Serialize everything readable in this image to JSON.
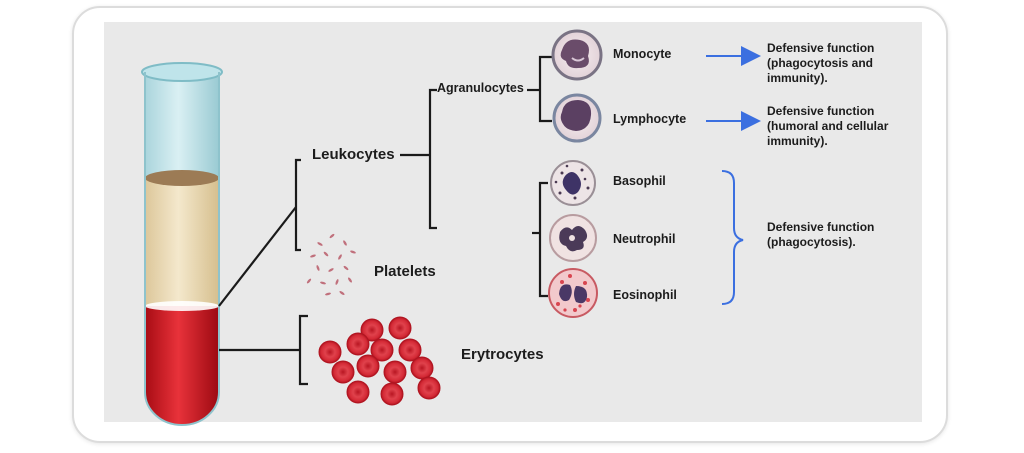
{
  "labels": {
    "leukocytes": "Leukocytes",
    "platelets": "Platelets",
    "erythrocytes": "Erytrocytes",
    "agranulocytes": "Agranulocytes",
    "monocyte": "Monocyte",
    "lymphocyte": "Lymphocyte",
    "basophil": "Basophil",
    "neutrophil": "Neutrophil",
    "eosinophil": "Eosinophil"
  },
  "functions": {
    "monocyte": "Defensive function (phagocytosis and immunity).",
    "lymphocyte": "Defensive function (humoral and cellular immunity).",
    "granulocytes": "Defensive function (phagocytosis)."
  },
  "colors": {
    "arrow": "#3b6fe0",
    "bracket": "#3b6fe0",
    "plasma": "#ecdcb8",
    "blood": "#c8141c",
    "tube_top": "#c6e8ee",
    "rbc": "#d92a36"
  }
}
